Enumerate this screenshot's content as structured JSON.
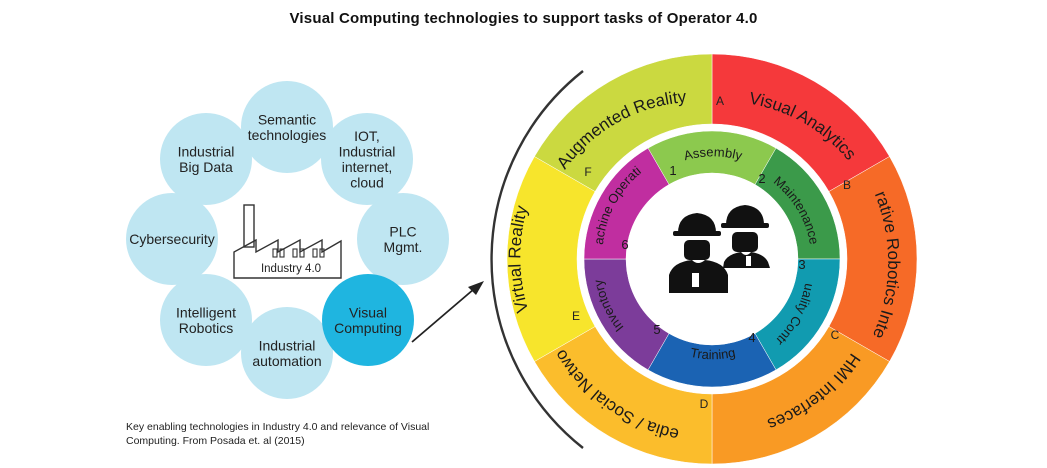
{
  "title": "Visual Computing technologies to support tasks of Operator 4.0",
  "caption": "Key enabling technologies in Industry 4.0 and relevance of Visual Computing. From Posada et. al (2015)",
  "left_cluster": {
    "center_label": "Industry 4.0",
    "nodes": [
      {
        "id": "semantic",
        "lines": [
          "Semantic",
          "technologies"
        ],
        "highlight": false
      },
      {
        "id": "iot",
        "lines": [
          "IOT,",
          "Industrial",
          "internet,",
          "cloud"
        ],
        "highlight": false
      },
      {
        "id": "plc",
        "lines": [
          "PLC",
          "Mgmt."
        ],
        "highlight": false
      },
      {
        "id": "visual-computing",
        "lines": [
          "Visual",
          "Computing"
        ],
        "highlight": true
      },
      {
        "id": "industrial-automation",
        "lines": [
          "Industrial",
          "automation"
        ],
        "highlight": false
      },
      {
        "id": "intelligent-robotics",
        "lines": [
          "Intelligent",
          "Robotics"
        ],
        "highlight": false
      },
      {
        "id": "cybersecurity",
        "lines": [
          "Cybersecurity"
        ],
        "highlight": false
      },
      {
        "id": "industrial-big-data",
        "lines": [
          "Industrial",
          "Big Data"
        ],
        "highlight": false
      }
    ]
  },
  "outer_ring": [
    {
      "letter": "A",
      "label": "Visual Analytics",
      "color": "#f5393b"
    },
    {
      "letter": "B",
      "label": "Collaborative Robotics Interaction",
      "color": "#f66a27"
    },
    {
      "letter": "C",
      "label": "HMI Interfaces",
      "color": "#f99a24"
    },
    {
      "letter": "D",
      "label": "Media / Social Network",
      "color": "#fbbd2c"
    },
    {
      "letter": "E",
      "label": "Virtual Reality",
      "color": "#f7e52c"
    },
    {
      "letter": "F",
      "label": "Augmented Reality",
      "color": "#cbd940"
    }
  ],
  "inner_ring": [
    {
      "number": "1",
      "label": "Assembly",
      "color": "#8cc94e"
    },
    {
      "number": "2",
      "label": "Maintenance",
      "color": "#3b9a4a"
    },
    {
      "number": "3",
      "label": "Quality Control",
      "color": "#119bb0"
    },
    {
      "number": "4",
      "label": "Training",
      "color": "#1b63b3"
    },
    {
      "number": "5",
      "label": "Inventory",
      "color": "#7c3c9a"
    },
    {
      "number": "6",
      "label": "Machine Operation",
      "color": "#c02ea0"
    }
  ],
  "colors": {
    "bubble": "#bfe6f2",
    "bubble_highlight": "#1fb5e0",
    "arrow": "#222222",
    "center_icon": "#111111"
  }
}
